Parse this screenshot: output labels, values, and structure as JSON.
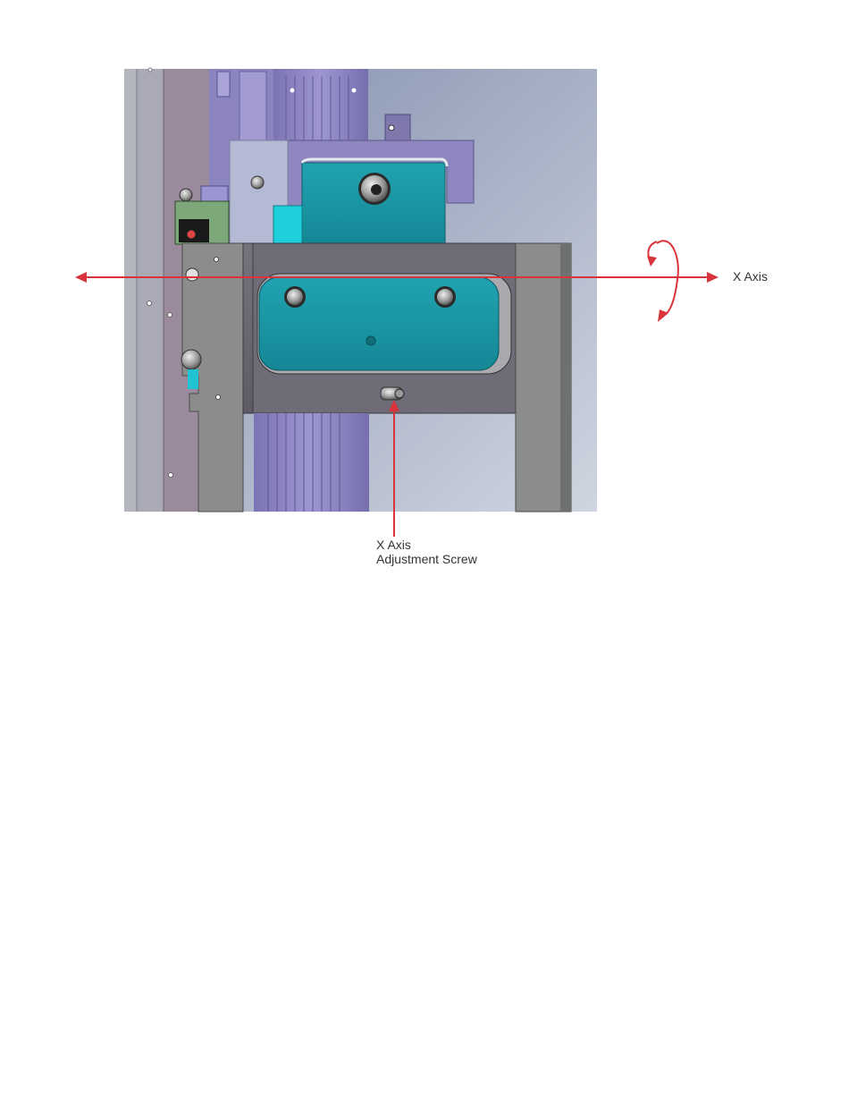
{
  "annotations": {
    "x_axis_label": "X Axis",
    "screw_label_line1": "X Axis",
    "screw_label_line2": "Adjustment Screw"
  },
  "colors": {
    "annotation_red": "#d9343b",
    "teal_part": "#1b93a0",
    "plate_gray": "#6c6a72",
    "purple_part": "#8f87c2",
    "bracket_lavender": "#9b96c9",
    "background_gradient_top": "#8e9bb6",
    "background_gradient_bottom": "#c9d0dc"
  },
  "icons": {
    "axis_arrow": "double-headed-arrow",
    "rotation": "curved-rotation-arrow",
    "pointer": "arrow-up-pointer"
  }
}
